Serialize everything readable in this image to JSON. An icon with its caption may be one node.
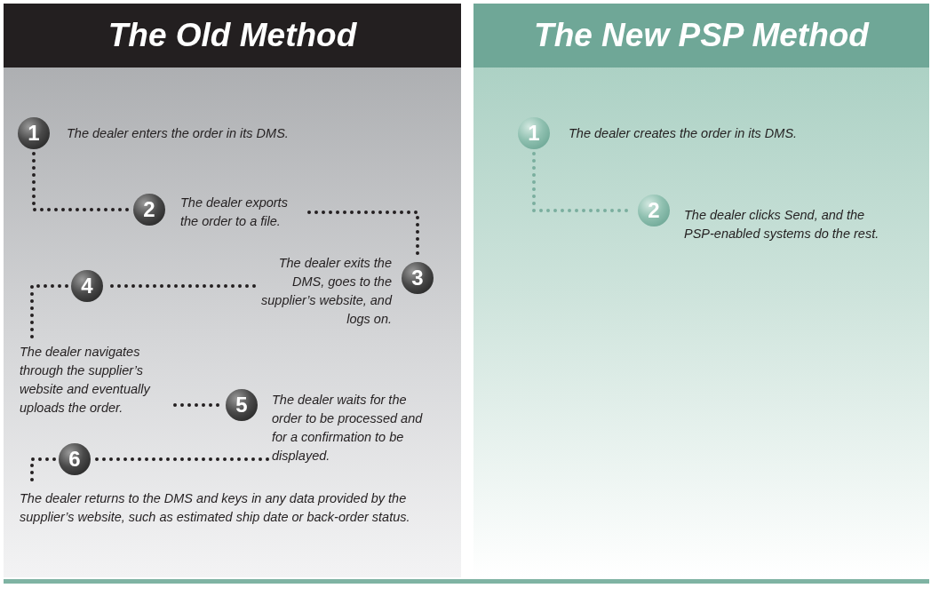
{
  "diagram": {
    "nodes": [
      {
        "text": [
          "The Old Method"
        ]
      },
      {
        "text": [
          "1"
        ],
        "in": 0
      },
      {
        "text": [
          "The dealer enters the order in its DMS."
        ],
        "in": 0
      },
      {
        "text": [
          "2"
        ],
        "in": 0
      },
      {
        "text": [
          "The dealer exports the order to a file."
        ],
        "in": 0
      },
      {
        "text": [
          "3"
        ],
        "in": 0
      },
      {
        "text": [
          "The dealer exits the DMS, goes to the supplier’s website, and logs on."
        ],
        "in": 0
      },
      {
        "text": [
          "4"
        ],
        "in": 0
      },
      {
        "text": [
          "The dealer navigates through the supplier’s website and eventually uploads the order."
        ],
        "in": 0
      },
      {
        "text": [
          "5"
        ],
        "in": 0
      },
      {
        "text": [
          "The dealer waits for the order to be processed and for a confirmation to be displayed."
        ],
        "in": 0
      },
      {
        "text": [
          "6"
        ],
        "in": 0
      },
      {
        "text": [
          "The dealer returns to the DMS and keys in any data provided by the supplier’s website, such as estimated ship date or back-order status."
        ],
        "in": 0
      },
      {
        "text": [
          "The New PSP Method"
        ]
      },
      {
        "text": [
          "1"
        ],
        "in": 13
      },
      {
        "text": [
          "The dealer creates the order in its DMS."
        ],
        "in": 13
      },
      {
        "text": [
          "2"
        ],
        "in": 13
      },
      {
        "text": [
          "The dealer clicks Send, and the PSP-enabled systems do the rest."
        ],
        "in": 13
      }
    ],
    "edges": [
      {
        "from": 1,
        "to": 3,
        "arrow": "none"
      },
      {
        "from": 4,
        "to": 5,
        "arrow": "none"
      },
      {
        "from": 6,
        "to": 7,
        "arrow": "none"
      },
      {
        "from": 7,
        "to": 8,
        "arrow": "none"
      },
      {
        "from": 8,
        "to": 9,
        "arrow": "none"
      },
      {
        "from": 10,
        "to": 11,
        "arrow": "none"
      },
      {
        "from": 11,
        "to": 12,
        "arrow": "none"
      },
      {
        "from": 14,
        "to": 16,
        "arrow": "none",
        "color": "#7aae9e"
      }
    ]
  }
}
